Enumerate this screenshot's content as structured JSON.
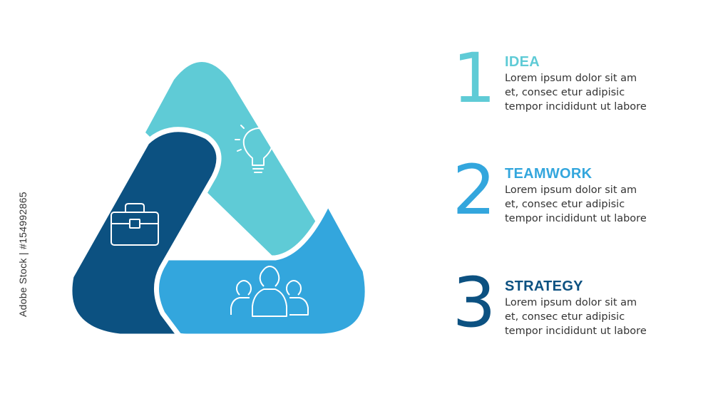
{
  "colors": {
    "idea": "#5fcbd6",
    "teamwork": "#33a6dd",
    "strategy": "#0c5181",
    "background": "#ffffff"
  },
  "diagram": {
    "segments": [
      {
        "key": "idea",
        "icon": "lightbulb-icon"
      },
      {
        "key": "teamwork",
        "icon": "people-icon"
      },
      {
        "key": "strategy",
        "icon": "briefcase-icon"
      }
    ]
  },
  "steps": [
    {
      "number": "1",
      "title": "IDEA",
      "lines": [
        "Lorem ipsum dolor sit am",
        "et, consec etur adipisic",
        "tempor incididunt ut labore"
      ]
    },
    {
      "number": "2",
      "title": "TEAMWORK",
      "lines": [
        "Lorem ipsum dolor sit am",
        "et, consec etur adipisic",
        "tempor incididunt ut labore"
      ]
    },
    {
      "number": "3",
      "title": "STRATEGY",
      "lines": [
        "Lorem ipsum dolor sit am",
        "et, consec etur adipisic",
        "tempor incididunt ut labore"
      ]
    }
  ],
  "credit": "Adobe Stock | #154992865"
}
